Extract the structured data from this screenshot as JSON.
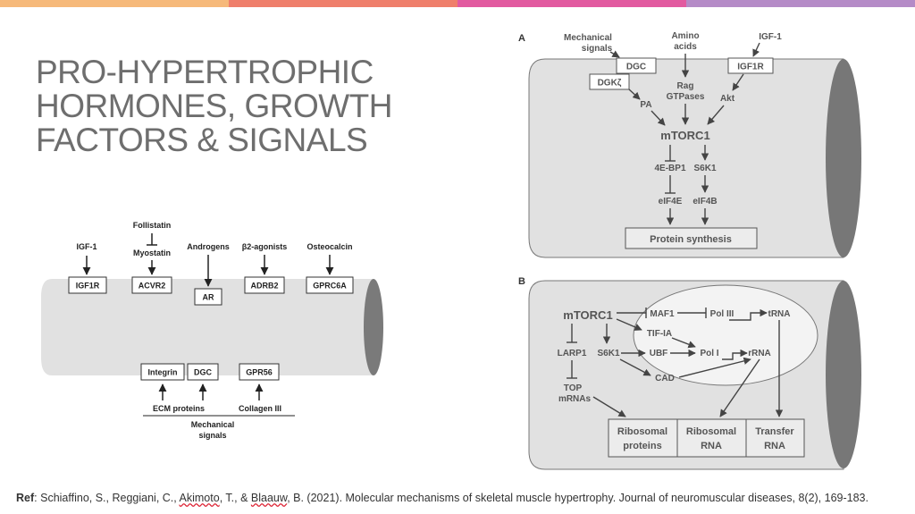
{
  "topbar_colors": [
    "#f6b97a",
    "#ef7f6b",
    "#e25aa0",
    "#b58bc7"
  ],
  "title_lines": [
    "PRO-HYPERTROPHIC",
    "HORMONES, GROWTH",
    "FACTORS & SIGNALS"
  ],
  "left": {
    "inputs": [
      "IGF-1",
      "Follistatin",
      "Myostatin",
      "Androgens",
      "β2-agonists",
      "Osteocalcin"
    ],
    "receptors": [
      "IGF1R",
      "ACVR2",
      "AR",
      "ADRB2",
      "GPRC6A"
    ],
    "bottom_boxes": [
      "Integrin",
      "DGC",
      "GPR56"
    ],
    "bottom_inputs": [
      "ECM proteins",
      "Collagen III"
    ],
    "mechanical_line1": "Mechanical",
    "mechanical_line2": "signals"
  },
  "panelA": {
    "letter": "A",
    "mech_line1": "Mechanical",
    "mech_line2": "signals",
    "amino_line1": "Amino",
    "amino_line2": "acids",
    "igf": "IGF-1",
    "dgc": "DGC",
    "dgkz": "DGKζ",
    "igf1r": "IGF1R",
    "rag_line1": "Rag",
    "rag_line2": "GTPases",
    "pa": "PA",
    "akt": "Akt",
    "mtorc1": "mTORC1",
    "ebp1": "4E-BP1",
    "s6k1": "S6K1",
    "eif4e": "eIF4E",
    "eif4b": "eIF4B",
    "protein_synthesis": "Protein synthesis"
  },
  "panelB": {
    "letter": "B",
    "mtorc1": "mTORC1",
    "maf1": "MAF1",
    "pol3": "Pol III",
    "trna": "tRNA",
    "tifia": "TIF-IA",
    "larp1": "LARP1",
    "s6k1": "S6K1",
    "ubf": "UBF",
    "pol1": "Pol I",
    "rrna": "rRNA",
    "cad": "CAD",
    "top_line1": "TOP",
    "top_line2": "mRNAs",
    "out1_line1": "Ribosomal",
    "out1_line2": "proteins",
    "out2_line1": "Ribosomal",
    "out2_line2": "RNA",
    "out3_line1": "Transfer",
    "out3_line2": "RNA"
  },
  "ref": {
    "label": "Ref",
    "text_a": ": Schiaffino, S., Reggiani, C., ",
    "text_u": "Akimoto",
    "text_b": ", T., & ",
    "text_u2": "Blaauw",
    "text_c": ", B. (2021). Molecular mechanisms of skeletal muscle hypertrophy. Journal of neuromuscular diseases, 8(2), 169-183."
  }
}
